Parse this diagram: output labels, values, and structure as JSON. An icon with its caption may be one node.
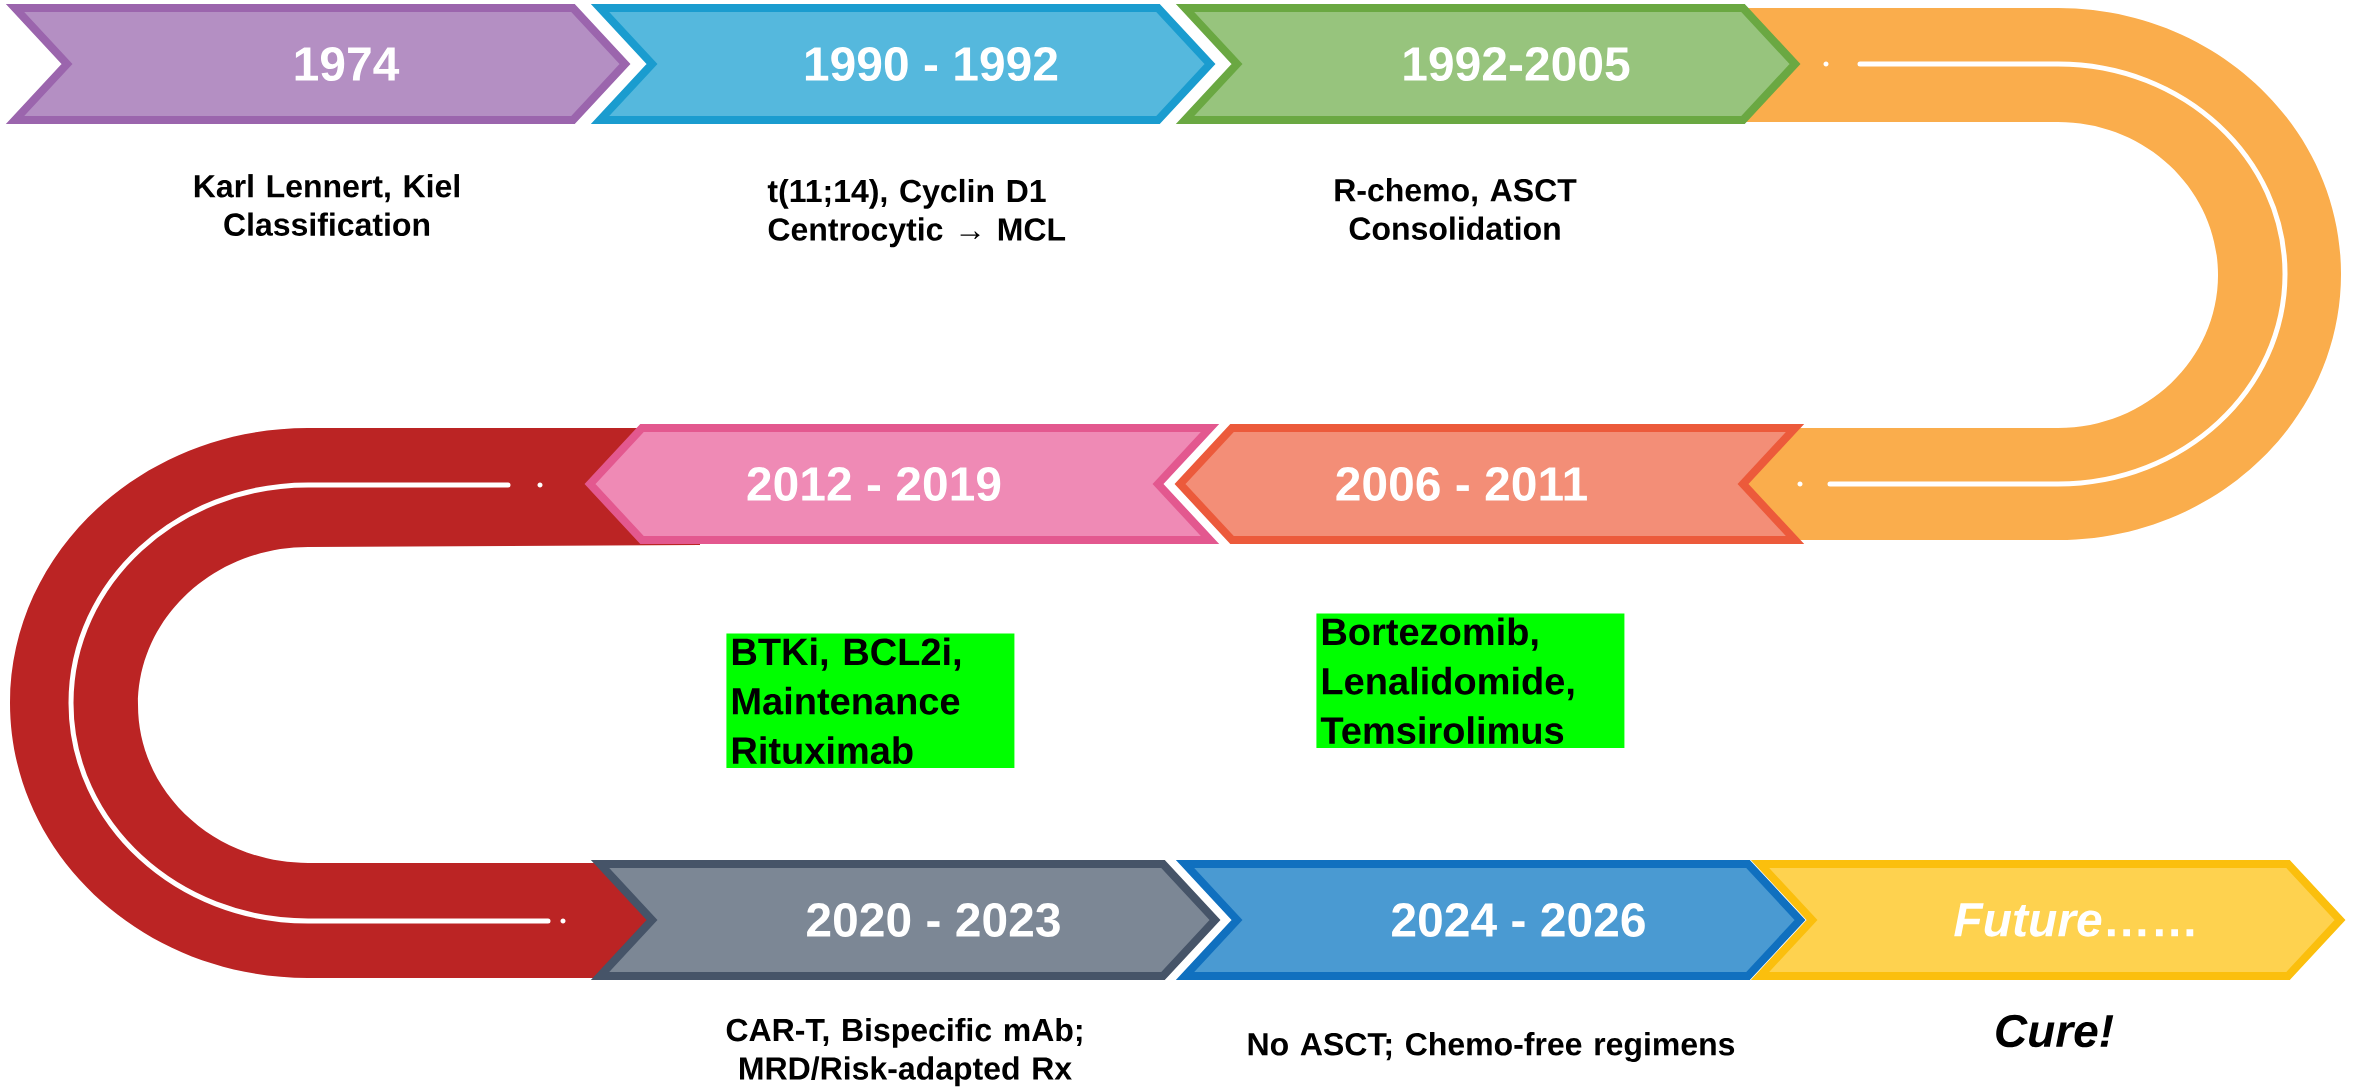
{
  "diagram": {
    "nodes": [
      {
        "text": [
          "1974"
        ],
        "beside": [
          "Karl Lennert, Kiel Classification"
        ]
      },
      {
        "text": [
          "1990 - 1992"
        ],
        "beside": [
          "t(11;14), Cyclin D1 Centrocytic → MCL"
        ]
      },
      {
        "text": [
          "1992-2005"
        ],
        "beside": [
          "R-chemo, ASCT Consolidation"
        ]
      },
      {
        "text": [
          "2012 - 2019"
        ],
        "beside": [
          "BTKi, BCL2i, Maintenance Rituximab"
        ]
      },
      {
        "text": [
          "2006 - 2011"
        ],
        "beside": [
          "Bortezomib, Lenalidomide, Temsirolimus"
        ]
      },
      {
        "text": [
          "2020 - 2023"
        ],
        "beside": [
          "CAR-T, Bispecific mAb; MRD/Risk-adapted Rx"
        ]
      },
      {
        "text": [
          "2024 - 2026"
        ],
        "beside": [
          "No ASCT; Chemo-free regimens"
        ]
      },
      {
        "text": [
          "*Future*……"
        ],
        "beside": [
          "Cure!"
        ]
      }
    ]
  }
}
